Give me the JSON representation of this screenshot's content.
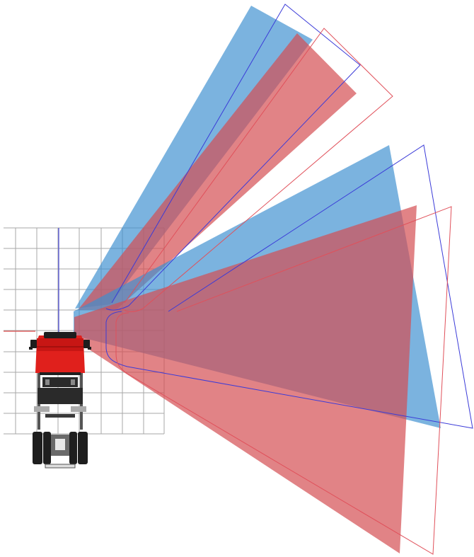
{
  "diagram": {
    "subject": "truck-top-view",
    "colors": {
      "blue_fill": "#3d8fd0",
      "red_fill": "#d44e52",
      "overlap": "#555e87",
      "blue_outline": "#3b3bd8",
      "red_outline": "#e0505a",
      "grid_line": "#8a8a8a",
      "cab": "#e0201c",
      "chassis": "#2a2a2a"
    },
    "fields_of_view": [
      {
        "name": "upper-blue-wedge",
        "color": "blue"
      },
      {
        "name": "upper-red-wedge",
        "color": "red"
      },
      {
        "name": "main-blue-wedge",
        "color": "blue"
      },
      {
        "name": "main-red-wedge",
        "color": "red"
      }
    ],
    "outline_boundaries": [
      {
        "name": "upper-blue-outline",
        "color": "blue"
      },
      {
        "name": "upper-red-outline",
        "color": "red"
      },
      {
        "name": "main-blue-outline",
        "color": "blue"
      },
      {
        "name": "main-red-outline",
        "color": "red"
      }
    ]
  }
}
